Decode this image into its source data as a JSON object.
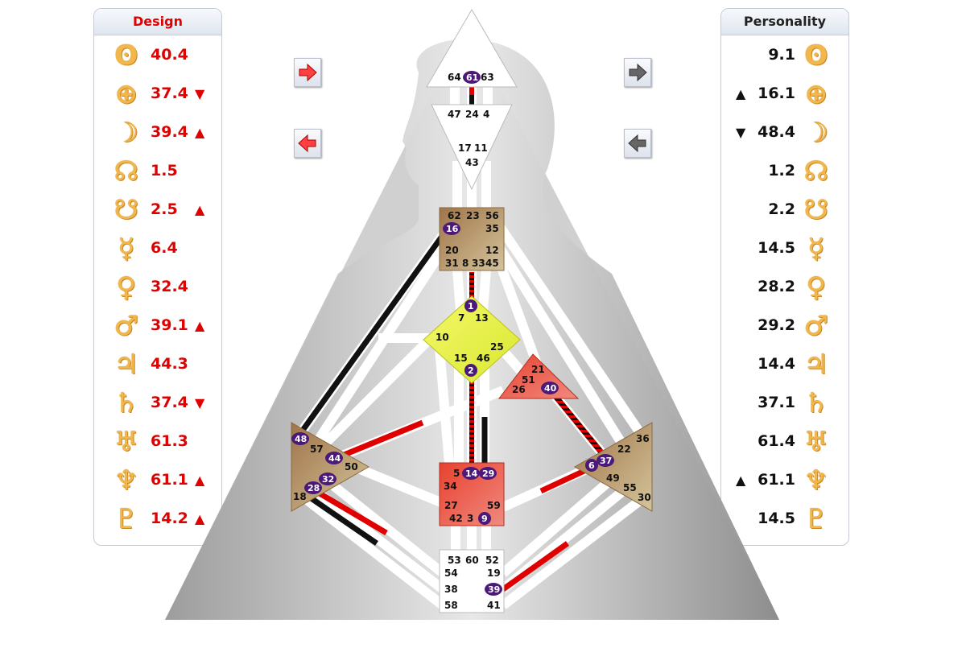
{
  "design": {
    "title": "Design",
    "rows": [
      {
        "planet": "sun",
        "glyph": "ʘ",
        "value": "40.4",
        "arrow": ""
      },
      {
        "planet": "earth",
        "glyph": "⊕",
        "value": "37.4",
        "arrow": "▼"
      },
      {
        "planet": "moon",
        "glyph": "☽",
        "value": "39.4",
        "arrow": "▲"
      },
      {
        "planet": "north-node",
        "glyph": "☊",
        "value": "1.5",
        "arrow": ""
      },
      {
        "planet": "south-node",
        "glyph": "☋",
        "value": "2.5",
        "arrow": "▲"
      },
      {
        "planet": "mercury",
        "glyph": "☿",
        "value": "6.4",
        "arrow": ""
      },
      {
        "planet": "venus",
        "glyph": "♀",
        "value": "32.4",
        "arrow": ""
      },
      {
        "planet": "mars",
        "glyph": "♂",
        "value": "39.1",
        "arrow": "▲"
      },
      {
        "planet": "jupiter",
        "glyph": "♃",
        "value": "44.3",
        "arrow": ""
      },
      {
        "planet": "saturn",
        "glyph": "♄",
        "value": "37.4",
        "arrow": "▼"
      },
      {
        "planet": "uranus",
        "glyph": "♅",
        "value": "61.3",
        "arrow": ""
      },
      {
        "planet": "neptune",
        "glyph": "♆",
        "value": "61.1",
        "arrow": "▲"
      },
      {
        "planet": "pluto",
        "glyph": "♇",
        "value": "14.2",
        "arrow": "▲"
      }
    ]
  },
  "personality": {
    "title": "Personality",
    "rows": [
      {
        "planet": "sun",
        "glyph": "ʘ",
        "value": "9.1",
        "arrow": ""
      },
      {
        "planet": "earth",
        "glyph": "⊕",
        "value": "16.1",
        "arrow": "▲"
      },
      {
        "planet": "moon",
        "glyph": "☽",
        "value": "48.4",
        "arrow": "▼"
      },
      {
        "planet": "north-node",
        "glyph": "☊",
        "value": "1.2",
        "arrow": ""
      },
      {
        "planet": "south-node",
        "glyph": "☋",
        "value": "2.2",
        "arrow": ""
      },
      {
        "planet": "mercury",
        "glyph": "☿",
        "value": "14.5",
        "arrow": ""
      },
      {
        "planet": "venus",
        "glyph": "♀",
        "value": "28.2",
        "arrow": ""
      },
      {
        "planet": "mars",
        "glyph": "♂",
        "value": "29.2",
        "arrow": ""
      },
      {
        "planet": "jupiter",
        "glyph": "♃",
        "value": "14.4",
        "arrow": ""
      },
      {
        "planet": "saturn",
        "glyph": "♄",
        "value": "37.1",
        "arrow": ""
      },
      {
        "planet": "uranus",
        "glyph": "♅",
        "value": "61.4",
        "arrow": ""
      },
      {
        "planet": "neptune",
        "glyph": "♆",
        "value": "61.1",
        "arrow": "▲"
      },
      {
        "planet": "pluto",
        "glyph": "♇",
        "value": "14.5",
        "arrow": ""
      }
    ]
  },
  "nav": {
    "design_next_icon": "arrow-right-icon",
    "design_prev_icon": "arrow-left-icon",
    "personality_next_icon": "arrow-right-icon",
    "personality_prev_icon": "arrow-left-icon"
  },
  "colors": {
    "design": "#e00000",
    "personality": "#111111",
    "glyph": "#f2b64a",
    "highlight_gate": "#4b1a78"
  },
  "centers": {
    "head": {
      "gates": [
        "64",
        "61",
        "63"
      ]
    },
    "ajna": {
      "gates": [
        "47",
        "24",
        "4",
        "17",
        "11",
        "43"
      ]
    },
    "throat": {
      "gates": [
        "62",
        "23",
        "56",
        "16",
        "35",
        "20",
        "12",
        "31",
        "8",
        "33",
        "45"
      ]
    },
    "g": {
      "gates": [
        "1",
        "7",
        "13",
        "10",
        "25",
        "15",
        "46",
        "2"
      ]
    },
    "heart": {
      "gates": [
        "21",
        "51",
        "26",
        "40"
      ]
    },
    "spleen": {
      "gates": [
        "48",
        "57",
        "44",
        "50",
        "32",
        "28",
        "18"
      ]
    },
    "solar_plexus": {
      "gates": [
        "36",
        "22",
        "6",
        "37",
        "49",
        "55",
        "30"
      ]
    },
    "sacral": {
      "gates": [
        "5",
        "14",
        "29",
        "34",
        "27",
        "59",
        "42",
        "3",
        "9"
      ]
    },
    "root": {
      "gates": [
        "53",
        "60",
        "52",
        "54",
        "19",
        "38",
        "39",
        "58",
        "41"
      ]
    }
  }
}
